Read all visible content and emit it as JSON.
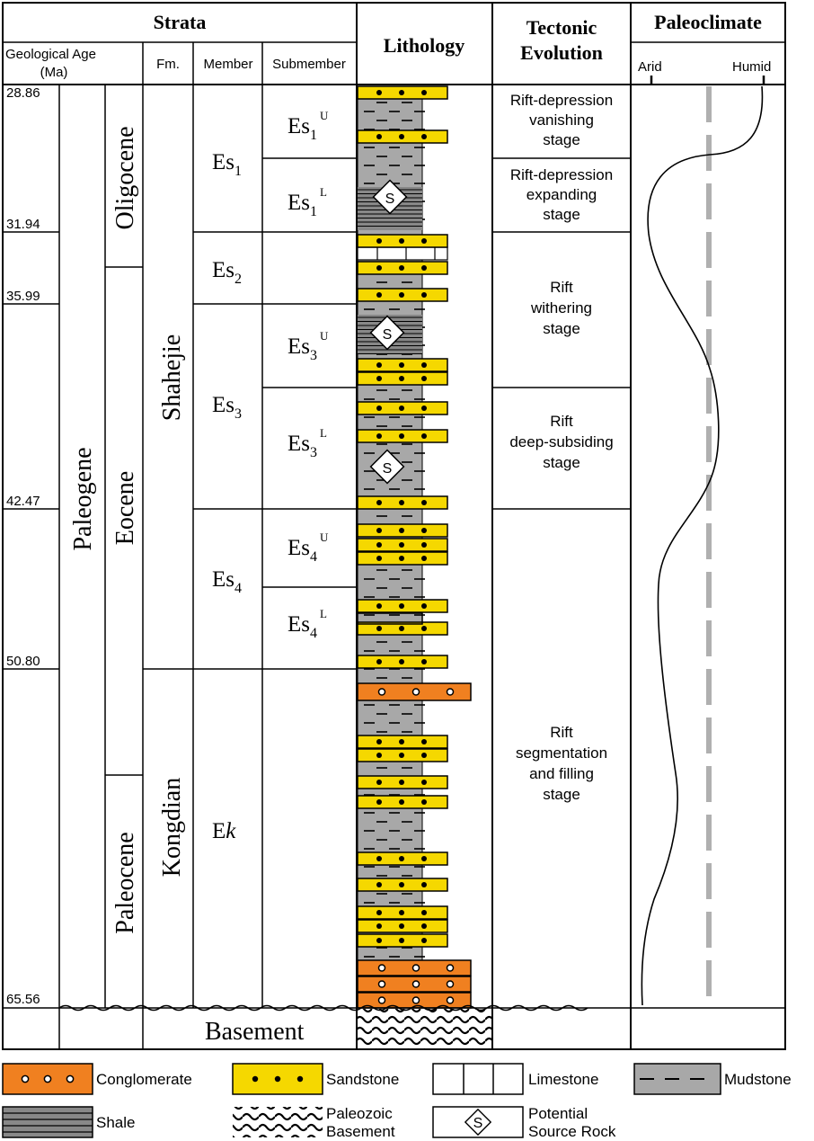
{
  "headers": {
    "strata": "Strata",
    "geo_age_l1": "Geological Age",
    "geo_age_l2": "(Ma)",
    "fm": "Fm.",
    "member": "Member",
    "submember": "Submember",
    "lithology": "Lithology",
    "tectonic_l1": "Tectonic",
    "tectonic_l2": "Evolution",
    "paleoclimate": "Paleoclimate",
    "arid": "Arid",
    "humid": "Humid"
  },
  "ages": [
    "28.86",
    "31.94",
    "35.99",
    "42.47",
    "50.80",
    "65.56"
  ],
  "system": "Paleogene",
  "series": [
    "Oligocene",
    "Eocene",
    "Paleocene"
  ],
  "formations": [
    "Shahejie",
    "Kongdian"
  ],
  "basement": "Basement",
  "members": [
    {
      "base": "Es",
      "sub": "1"
    },
    {
      "base": "Es",
      "sub": "2"
    },
    {
      "base": "Es",
      "sub": "3"
    },
    {
      "base": "Es",
      "sub": "4"
    },
    {
      "base": "E",
      "sub": "k"
    }
  ],
  "submembers": [
    {
      "num": "1",
      "sup": "U"
    },
    {
      "num": "1",
      "sup": "L"
    },
    {
      "num": "3",
      "sup": "U"
    },
    {
      "num": "3",
      "sup": "L"
    },
    {
      "num": "4",
      "sup": "U"
    },
    {
      "num": "4",
      "sup": "L"
    }
  ],
  "submember_prefix": "Es",
  "tectonic": [
    [
      "Rift-depression",
      "vanishing",
      "stage"
    ],
    [
      "Rift-depression",
      "expanding",
      "stage"
    ],
    [
      "Rift",
      "withering",
      "stage"
    ],
    [
      "Rift",
      "deep-subsiding",
      "stage"
    ],
    [
      "Rift",
      "segmentation",
      "and filling",
      "stage"
    ]
  ],
  "source_rock_symbol": "S",
  "legend": {
    "conglomerate": "Conglomerate",
    "sandstone": "Sandstone",
    "limestone": "Limestone",
    "mudstone": "Mudstone",
    "shale": "Shale",
    "basement_l1": "Paleozoic",
    "basement_l2": "Basement",
    "source_l1": "Potential",
    "source_l2": "Source Rock"
  },
  "colors": {
    "conglomerate": "#f08020",
    "sandstone": "#f5d800",
    "mudstone": "#a8a8a8",
    "humid_line": "#b0b0b0"
  }
}
